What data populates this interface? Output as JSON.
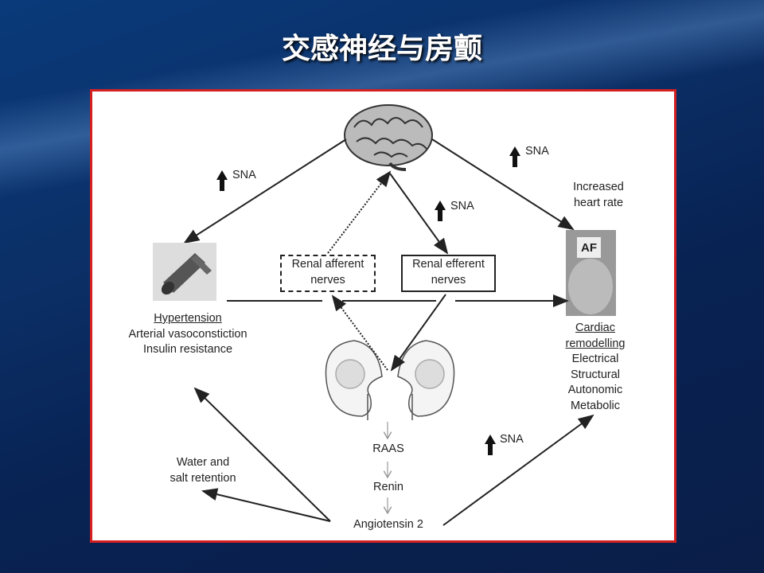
{
  "title": "交感神经与房颤",
  "diagram": {
    "sna": "SNA",
    "increased_heart_rate": [
      "Increased",
      "heart rate"
    ],
    "renal_afferent": [
      "Renal afferent",
      "nerves"
    ],
    "renal_efferent": [
      "Renal efferent",
      "nerves"
    ],
    "hypertension": {
      "heading": "Hypertension",
      "items": [
        "Arterial vasoconstiction",
        "Insulin resistance"
      ]
    },
    "cardiac": {
      "heading": [
        "Cardiac",
        "remodelling"
      ],
      "items": [
        "Electrical",
        "Structural",
        "Autonomic",
        "Metabolic"
      ]
    },
    "af_label": "AF",
    "raas": "RAAS",
    "renin": "Renin",
    "angiotensin": "Angiotensin 2",
    "water_salt": [
      "Water and",
      "salt retention"
    ]
  }
}
